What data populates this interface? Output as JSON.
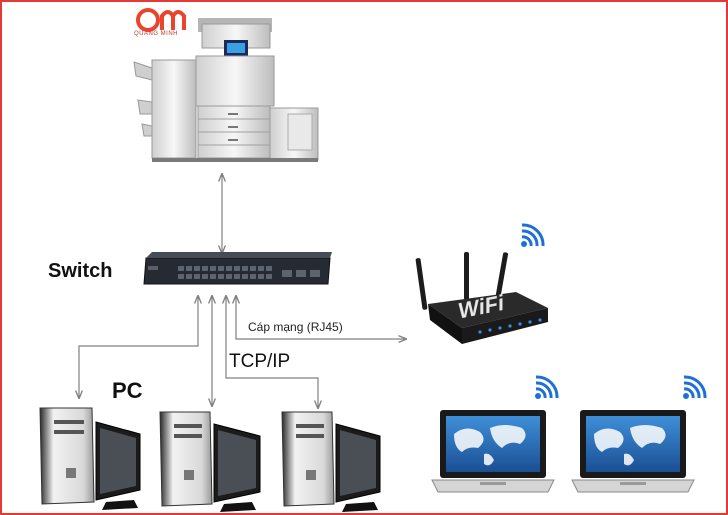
{
  "labels": {
    "switch": "Switch",
    "pc": "PC",
    "protocol": "TCP/IP",
    "cable": "Cáp mạng (RJ45)",
    "router_badge": "WiFi"
  },
  "logo": {
    "mark": "om",
    "text": "QUANG MINH"
  },
  "colors": {
    "frame": "#e53935",
    "arrow": "#808080",
    "logo": "#e8452c",
    "wifi_signal": "#1e6fd9",
    "map_blue": "#1d6fb8"
  },
  "devices": [
    {
      "id": "printer",
      "icon": "multifunction-printer-icon"
    },
    {
      "id": "switch",
      "icon": "network-switch-icon"
    },
    {
      "id": "router",
      "icon": "wifi-router-icon"
    },
    {
      "id": "pc-1",
      "icon": "desktop-computer-icon"
    },
    {
      "id": "pc-2",
      "icon": "desktop-computer-icon"
    },
    {
      "id": "pc-3",
      "icon": "desktop-computer-icon"
    },
    {
      "id": "laptop-1",
      "icon": "laptop-icon"
    },
    {
      "id": "laptop-2",
      "icon": "laptop-icon"
    }
  ]
}
